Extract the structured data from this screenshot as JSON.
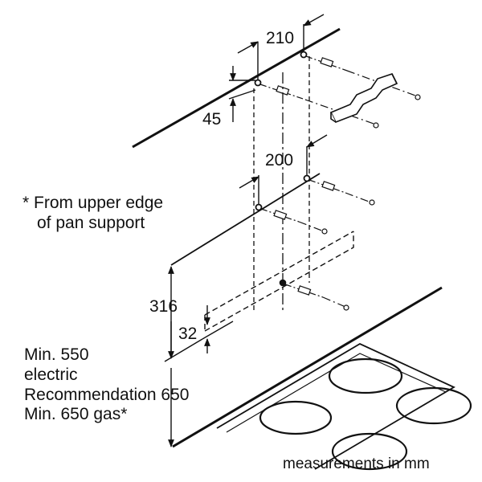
{
  "dimensions": {
    "d210": "210",
    "d45": "45",
    "d200": "200",
    "d316": "316",
    "d32": "32"
  },
  "note": {
    "line1": "* From upper edge",
    "line2": "of pan support"
  },
  "requirements": {
    "line1": "Min. 550",
    "line2": "electric",
    "line3": "Recommendation 650",
    "line4": "Min. 650 gas*"
  },
  "units": "measurements in mm",
  "colors": {
    "ink": "#111111",
    "background": "#ffffff"
  }
}
